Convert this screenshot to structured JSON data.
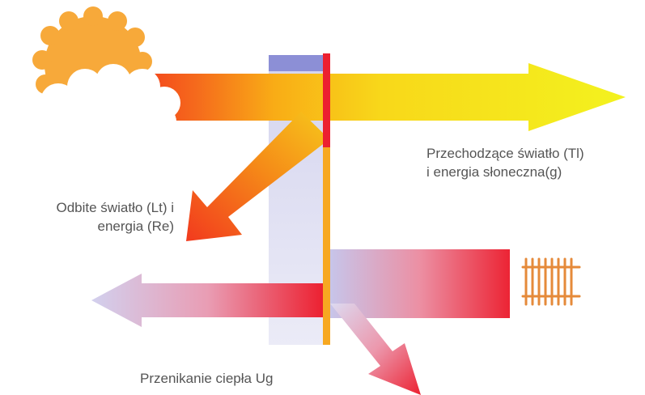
{
  "labels": {
    "transmitted_line1": "Przechodzące światło (Tl)",
    "transmitted_line2": "i energia słoneczna(g)",
    "reflected_line1": "Odbite światło (Lt) i",
    "reflected_line2": "energia (Re)",
    "heat_transfer": "Przenikanie ciepła Ug"
  },
  "icons": {
    "sun": "sun-icon",
    "cloud": "cloud-icon",
    "radiator": "radiator-icon"
  },
  "colors": {
    "sun_orange": "#f7a93a",
    "transmitted_yellow": "#f5ee1a",
    "arrow_red": "#ec2030",
    "glass_blue": "#8c8fd6",
    "glass_pale": "#e6e6f4",
    "frame_orange": "#f7a821",
    "radiator_orange": "#e58a3a",
    "text_gray": "#555555"
  }
}
